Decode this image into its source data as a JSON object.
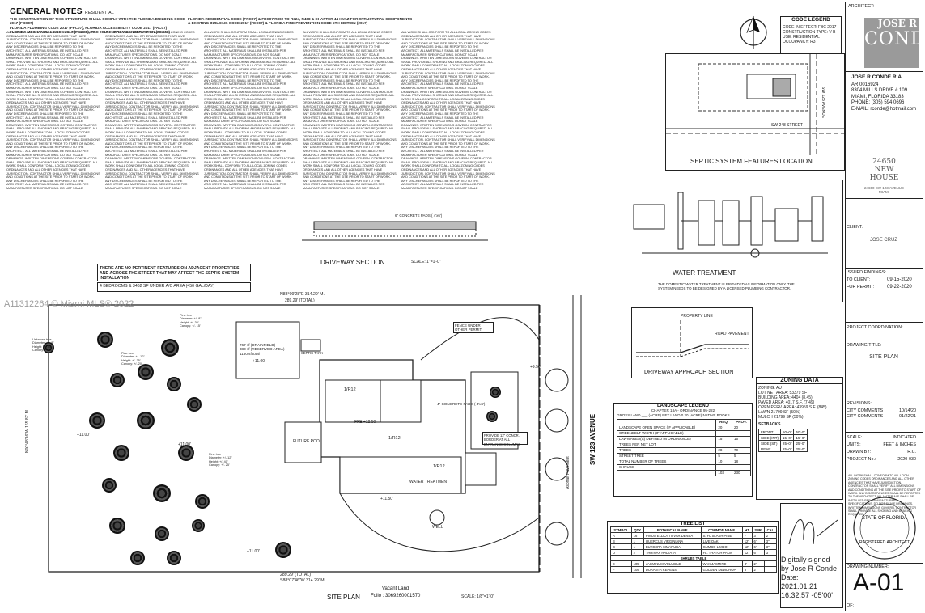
{
  "sheet": {
    "general_notes_title": "GENERAL NOTES",
    "general_notes_sub": "RESIDENTIAL",
    "codes_line1": "THE CONSTRUCTION OF THIS STRUCTURE SHALL COMPLY WITH THE FLORIDA BUILDING CODE 2017 (FBC07)",
    "codes_line2": "FLORIDA PLUMBING CODE 2017 (FPC07), FLORIDA ACCESSIBILITY CODE 2017 (FAC07)",
    "codes_line3": "FLORIDA MECHANICAL CODE 2017 (FMC07), FBC 2017 ENERGY CONSERVATION (FEC07)",
    "codes_right1": "FLORIDA RESIDENTIAL CODE (FRC07) & FRC07 R302 TO R324, R408 & CHAPTER 44 HVAZ FOR STRUCTURAL COMPONENTS",
    "codes_right2": "& EXISTING BUILDING CODE 2017 (FEC07) & FLORIDA FIRE PREVENTION CODE 5TH EDITION (2017)",
    "notes_filler": "ALL WORK SHALL CONFORM TO ALL LOCAL ZONING CODES ORDINANCES AND ALL OTHER AGENCIES THAT HAVE JURISDICTION. CONTRACTOR SHALL VERIFY ALL DIMENSIONS AND CONDITIONS AT THE SITE PRIOR TO START OF WORK. ANY DISCREPANCIES SHALL BE REPORTED TO THE ARCHITECT. ALL MATERIALS SHALL BE INSTALLED PER MANUFACTURER SPECIFICATIONS. DO NOT SCALE DRAWINGS. WRITTEN DIMENSIONS GOVERN. CONTRACTOR SHALL PROVIDE ALL SHORING AND BRACING REQUIRED. "
  },
  "code_legend": {
    "title": "CODE LEGEND",
    "line1": "CODE IN EFFECT: FBC 2017",
    "line2": "CONSTRUCTION TYPE: V B",
    "line3": "USE: RESIDENTIAL",
    "line4": "OCCUPANCY: R3"
  },
  "architect": {
    "label": "ARCHITECT:",
    "logo_line1": "JOSE R",
    "logo_line2": "CONDE",
    "firm": "JOSE R CONDE R.A.",
    "reg": "AR 0016924",
    "address1": "8304 MILLS DRIVE # 109",
    "address2": "MIAMI, FLORIDA 33183",
    "phone": "PHONE: (305) 594 0696",
    "email": "E-MAIL: rconde@hotmail.com"
  },
  "project": {
    "line1": "24650",
    "line2": "NEW",
    "line3": "HOUSE",
    "address": "24650 SW 123 AVENUE",
    "city": "MIAMI",
    "client_label": "CLIENT:",
    "client": "JOSE CRUZ",
    "issued_label": "ISSUED FINDINGS:",
    "to_client_label": "TO CLIENT:",
    "to_client": "09-15-2020",
    "for_permit_label": "FOR PERMIT:",
    "for_permit": "09-22-2020",
    "coordination_label": "PROJECT COORDINATION:",
    "drawing_title_label": "DRAWING TITLE:",
    "drawing_title": "SITE PLAN",
    "revision_label": "REVISIONS:",
    "rev1_label": "CITY COMMENTS",
    "rev1_date": "10/14/20",
    "rev2_label": "CITY COMMENTS",
    "rev2_date": "01/22/21",
    "scale_label": "SCALE:",
    "scale": "INDICATED",
    "units_label": "UNITS:",
    "units": "FEET & INCHES",
    "drawn_label": "DRAWN BY:",
    "drawn": "R.C.",
    "project_no_label": "PROJECT No.:",
    "project_no": "2020-030",
    "drawing_number_label": "DRAWING NUMBER:",
    "sheet_number": "A-01",
    "of_label": "OF:",
    "seal_text1": "STATE OF FLORIDA",
    "seal_text2": "REGISTERED ARCHITECT"
  },
  "signature": {
    "line1": "Digitally signed",
    "line2": "by Jose R Conde",
    "line3": "Date:",
    "line4": "2021.01.21",
    "line5": "16:32:57 -05'00'"
  },
  "septic": {
    "title": "SEPTIC SYSTEM FEATURES LOCATION",
    "street": "SW 248 STREET",
    "avenue": "SW 123 AVENUE"
  },
  "water": {
    "title": "WATER TREATMENT",
    "note": "THE DOMESTIC WATER TREATMENT IS PROVIDED AS INFORMATION ONLY. THE SYSTEM NEEDS TO BE DESIGNED BY A LICENSED PLUMBING CONTRACTOR."
  },
  "driveway": {
    "title": "DRIVEWAY SECTION",
    "scale": "SCALE: 1\"=1'-0\"",
    "approach_title": "DRIVEWAY APPROACH SECTION",
    "pad_note": "6\" CONCRETE PADS ( 4'x6')",
    "property_line": "PROPERTY LINE",
    "road": "ROAD PAVEMENT"
  },
  "site": {
    "no_features": "THERE ARE NO PERTINENT FEATURES ON ADJACENT PROPERTIES AND ACROSS THE STREET THAT MAY AFFECT THE SEPTIC SYSTEM INSTALLATION",
    "bedrooms": "4 BEDROOMS & 3462 SF UNDER A/C AREA (450 GAL/DAY)",
    "bearing_top": "N88°09'28\"E  314.29' M.",
    "dist_top": "289.29' (TOTAL)",
    "bearing_bottom": "S88°07'46\"W  314.29' M.",
    "dist_bottom": "289.29' (TOTAL)",
    "bearing_left": "N00°48'16\"W  165.82' M.",
    "vacant_land": "Vacant Land",
    "folio": "Folio : 3069260001570",
    "avenue_label": "SW 123 AVENUE",
    "asphalt": "Asphalt Pavement",
    "title": "SITE PLAN",
    "scale": "SCALE: 1/8\"=1'-0\"",
    "watermark": "A11312264 © Miami MLS® 2022",
    "drainfield": "767 sf (DRAINFIELD)\n383 sf (RESERVED AREA)\n1150 sf total",
    "septic_tank": "SEPTIC TANK",
    "future_pool": "FUTURE POOL",
    "well": "WELL",
    "water_treatment": "WATER TREATMENT",
    "fence_note": "FENCE UNDER OTHER PERMIT",
    "pad_note": "4\" CONCRETE PADS ( 4'x6')",
    "planter_note": "PROVIDE 12\" CONCR. BORDER AT ALL ENTRANCE COLUMNS",
    "elev1": "+11.00'",
    "elev2": "+11.50'",
    "elev3": "+12.50'",
    "roof1": "1/R12",
    "roof2": "1/R12",
    "roof3": "1/R12",
    "ffe": "FFE +12.50'",
    "elev_r": "+9.50'"
  },
  "landscape": {
    "title": "LANDSCAPE LEGEND",
    "subtitle": "CHAPTER 18A - ORDINANCE 95-222",
    "gross_land": "GROSS LAND ___ (ACRE)  NET LAND 0.20 (ACRE)   NATIVE BOOKS",
    "headers": [
      "",
      "REQ.",
      "PROV."
    ],
    "rows": [
      [
        "LANDSCAPE OPEN SPACE (IF APPLICABLE)",
        "20",
        "20"
      ],
      [
        "GREENBELT WIDTH (IF APPLICABLE)",
        "",
        ""
      ],
      [
        "LAWN AREA(S) DEFINED IN ORDINANCE)",
        "15",
        "15"
      ],
      [
        "TREES PER NET LOT",
        "",
        ""
      ],
      [
        "TREES",
        "28",
        "70"
      ],
      [
        "STREET TREE",
        "5",
        "5"
      ],
      [
        "TOTAL NUMBER OF TREES",
        "10",
        "18"
      ],
      [
        "SHRUBS",
        "",
        ""
      ],
      [
        "",
        "103",
        "230"
      ]
    ]
  },
  "zoning": {
    "title": "ZONING DATA",
    "lines": [
      "ZONING: AU",
      "LOT NET AREA: 53379 SF",
      "BUILDING AREA: 4404 (8.45)",
      "PAVED AREA: 4017 S.F. (7.49)",
      "OPEN PERV. AREA: 43959 S.F. (845)",
      "LAWN 21799 SF (50%)",
      "MULCH 21799 SF (50%)"
    ],
    "setbacks_title": "SETBACKS",
    "setback_rows": [
      [
        "FRONT",
        "50'-0\"",
        "50'-0\""
      ],
      [
        "SIDE (INT)",
        "15'-0\"",
        "15'-0\""
      ],
      [
        "SIDE (ST)",
        "25'-0\"",
        "25'-0\""
      ],
      [
        "REAR",
        "25'-0\"",
        "25'-0\""
      ]
    ]
  },
  "tree_list": {
    "title": "TREE LIST",
    "headers": [
      "SYMBOL",
      "QTY",
      "BOTANICAL NAME",
      "COMMON NAME",
      "HT",
      "SPR",
      "CAL"
    ],
    "rows": [
      [
        "A",
        "16",
        "PINUS ELLIOTTII VAR DENSA",
        "S. FL SLASH PINE",
        "7'",
        "3'",
        "2\""
      ],
      [
        "B",
        "1",
        "QUERCUS VIRGINIANA",
        "LIVE OAK",
        "12'",
        "6'",
        "3\""
      ],
      [
        "C",
        "1",
        "BURSERA SIMARUBA",
        "GUMBO LIMBO",
        "12'",
        "6'",
        "3\""
      ],
      [
        "D",
        "2",
        "THRINAX RADIATA",
        "FL. THATCH PALM",
        "12'",
        "6'",
        "3\""
      ],
      [
        "E",
        "105",
        "JASMINUM VOLUBILE",
        "WAX JASMINE",
        "3'",
        "2'",
        ""
      ],
      [
        "F",
        "105",
        "DURANTA REPENS",
        "GOLDEN DEWDROP",
        "3'",
        "2'",
        ""
      ]
    ],
    "shrub_label": "SHRUBS TABLE"
  },
  "tree_notes": [
    {
      "label": "Pine tree",
      "h": "Diameter: +/- 8\"",
      "ht": "Height: +/- 30'",
      "c": "Canopy: +/- 15'"
    },
    {
      "label": "Pine tree",
      "h": "Diameter: +/- 10\"",
      "ht": "Height: +/- 35'",
      "c": "Canopy: +/- 20'"
    },
    {
      "label": "Unknown tree",
      "h": "Diameter: +/- 8\"",
      "ht": "Height: +/- 15'",
      "c": "Canopy: +/- 12'"
    },
    {
      "label": "Pine tree",
      "h": "Diameter: +/- 12\"",
      "ht": "Height: +/- 40'",
      "c": "Canopy: +/- 25'"
    }
  ]
}
